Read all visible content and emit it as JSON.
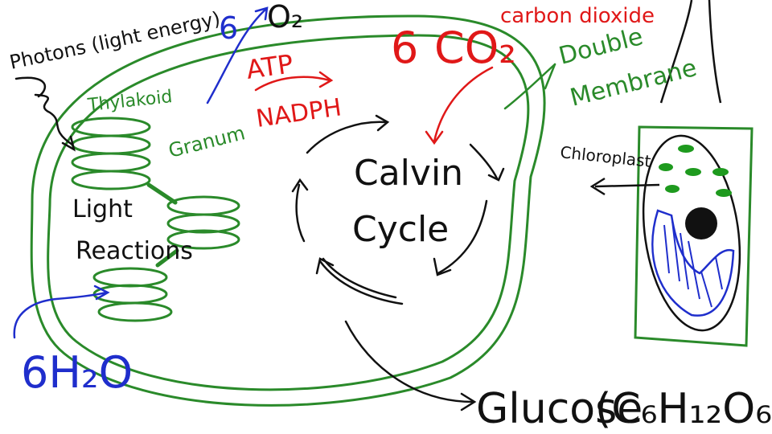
{
  "labels": {
    "photons": "Photons (light energy)",
    "six_o2_coef": "6",
    "six_o2": "O₂",
    "six_co2_coef": "6",
    "six_co2": "CO₂",
    "carbon_dioxide": "carbon dioxide",
    "atp": "ATP",
    "nadph": "NADPH",
    "thylakoid": "Thylakoid",
    "granum": "Granum",
    "double_membrane_1": "Double",
    "double_membrane_2": "Membrane",
    "calvin_1": "Calvin",
    "calvin_2": "Cycle",
    "light_1": "Light",
    "light_2": "Reactions",
    "water": "6H₂O",
    "chloroplast": "Chloroplast",
    "glucose": "Glucose",
    "glucose_formula": "(C₆H₁₂O₆"
  },
  "colors": {
    "black": "#111111",
    "green": "#2a8a2a",
    "blue": "#1f2ecc",
    "red": "#e01818",
    "chloroplast_green": "#1e9a1e"
  }
}
